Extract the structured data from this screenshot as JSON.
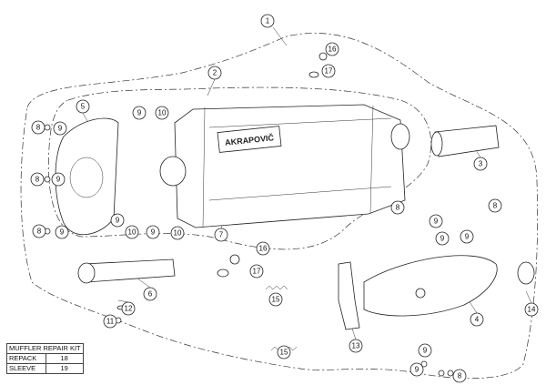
{
  "diagram": {
    "logo_text": "AKRAPOVIČ",
    "callouts": [
      "1",
      "16",
      "17",
      "2",
      "5",
      "9",
      "8",
      "9",
      "10",
      "3",
      "8",
      "9",
      "9",
      "10",
      "9",
      "10",
      "8",
      "9",
      "7",
      "8",
      "9",
      "9",
      "8",
      "9",
      "16",
      "17",
      "6",
      "15",
      "12",
      "11",
      "4",
      "14",
      "13",
      "15",
      "9",
      "9",
      "8"
    ]
  },
  "repair_kit": {
    "title": "MUFFLER REPAIR KIT",
    "rows": [
      {
        "label": "REPACK",
        "value": "18"
      },
      {
        "label": "SLEEVE",
        "value": "19"
      }
    ]
  }
}
